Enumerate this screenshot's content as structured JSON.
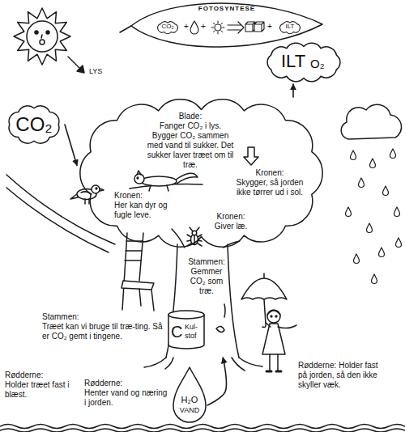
{
  "diagram": {
    "nodes": [
      {
        "text": [
          "FOTOSYNTESE",
          "CO₂",
          "+",
          "+",
          "+",
          "ILT"
        ]
      },
      {
        "text": [
          "CO₂"
        ]
      },
      {
        "text": [
          "ILT",
          "O₂"
        ]
      },
      {
        "text": [
          "Blade:",
          "Fanger CO₂ i lys. Bygger CO₂ sammen med vand til sukker. Det sukker laver træet om til træ.",
          "Kronen:",
          "Skygger, så jorden ikke tørrer ud i sol.",
          "Kronen:",
          "Her kan dyr og fugle leve.",
          "Kronen:",
          "Giver læ."
        ]
      },
      {
        "text": [
          "Stammen:",
          "Gemmer CO₂ som træ."
        ]
      },
      {
        "text": [
          "C",
          "Kul- stof"
        ],
        "in": 4
      },
      {
        "text": [
          "H₂O",
          "VAND"
        ]
      }
    ],
    "edges": [
      {
        "from": 1,
        "to": 3,
        "arrow": "to"
      },
      {
        "from": 3,
        "to": 2,
        "arrow": "to"
      },
      {
        "from": 6,
        "to": 4,
        "arrow": "to"
      }
    ],
    "labels": [
      "LYS",
      "Stammen:",
      "Træet kan vi bruge til træ-ting. Så er CO₂ gemt i tingene.",
      "Rødderne:",
      "Holder træet fast i blæst.",
      "Rødderne:",
      "Henter vand og næring i jorden.",
      "Rødderne:",
      "Holder fast på jorden, så den ikke skyller væk."
    ]
  }
}
